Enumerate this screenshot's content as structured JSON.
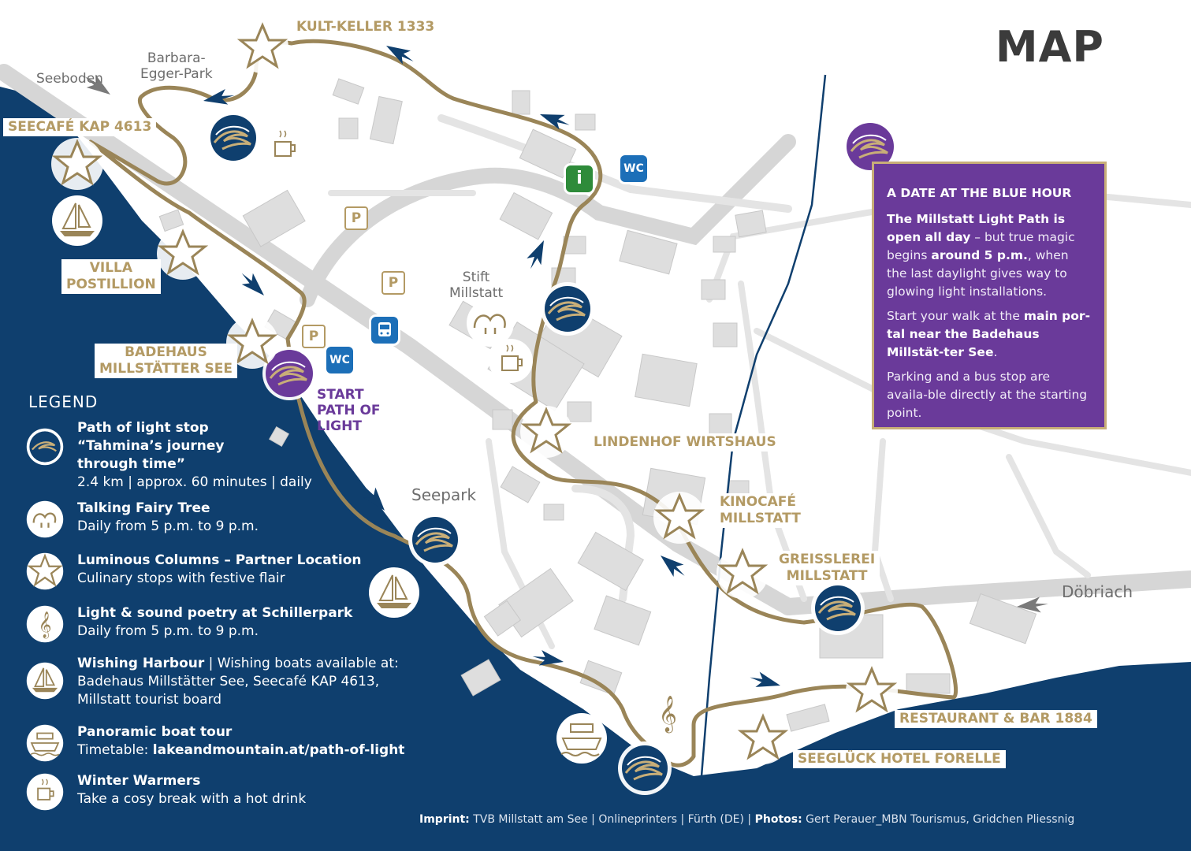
{
  "title": "MAP",
  "places": {
    "seeboden": "Seeboden",
    "barbara": "Barbara-\nEgger-Park",
    "kult": "KULT-KELLER 1333",
    "seecafe": "SEECAFÉ KAP 4613",
    "villa": "VILLA\nPOSTILLION",
    "badehaus": "BADEHAUS\nMILLSTÄTTER SEE",
    "stift": "Stift\nMillstatt",
    "lindenhof": "LINDENHOF WIRTSHAUS",
    "kinocafe": "KINOCAFÉ\nMILLSTATT",
    "greisslerei": "GREISSLEREI\nMILLSTATT",
    "seepark": "Seepark",
    "doebriach": "Döbriach",
    "restaurant": "RESTAURANT & BAR 1884",
    "seeglueck": "SEEGLÜCK HOTEL FORELLE",
    "start": "START\nPATH OF\nLIGHT"
  },
  "badges": {
    "wc": "WC",
    "info": "i",
    "parking": "P"
  },
  "info_box": {
    "heading": "A DATE AT THE BLUE HOUR",
    "p1_bold1": "The Millstatt Light Path is open all day",
    "p1_text1": " – but true magic begins ",
    "p1_bold2": "around 5 p.m.",
    "p1_text2": ", when the last daylight gives way to glowing light installations.",
    "p2_text1": "Start your walk at the ",
    "p2_bold": "main por-tal near the Badehaus Millstät-ter See",
    "p2_text2": ".",
    "p3": "Parking and a bus stop are availa-ble directly at the starting point."
  },
  "legend": {
    "title": "LEGEND",
    "items": [
      {
        "icon": "light-stop-icon",
        "title": "Path of light stop\n“Tahmina’s journey\nthrough time”",
        "desc": "2.4 km | approx. 60 minutes | daily"
      },
      {
        "icon": "fairy-tree-icon",
        "title": "Talking Fairy Tree",
        "desc": "Daily from 5 p.m. to 9 p.m."
      },
      {
        "icon": "star-icon",
        "title": "Luminous Columns – Partner Location",
        "desc": "Culinary stops with festive flair"
      },
      {
        "icon": "treble-clef-icon",
        "title": "Light & sound poetry at Schillerpark",
        "desc": "Daily from 5 p.m. to 9 p.m."
      },
      {
        "icon": "sailboat-icon",
        "title": "Wishing Harbour",
        "title_rest": " | Wishing boats available at:",
        "desc": "Badehaus Millstätter See, Seecafé KAP 4613,\nMillstatt tourist board"
      },
      {
        "icon": "boat-tour-icon",
        "title": "Panoramic boat tour",
        "desc_prefix": "Timetable: ",
        "desc_bold": "lakeandmountain.at/path-of-light"
      },
      {
        "icon": "winter-warmer-icon",
        "title": "Winter Warmers",
        "desc": "Take a cosy break with a hot drink"
      }
    ]
  },
  "imprint": {
    "label1": "Imprint:",
    "text1": " TVB Millstatt am See | Onlineprinters | Fürth (DE) | ",
    "label2": "Photos:",
    "text2": " Gert Perauer_MBN Tourismus, Gridchen Pliessnig"
  },
  "colors": {
    "lake": "#0f3f6e",
    "path": "#9a8558",
    "gold": "#b39a64",
    "purple": "#6a3a9a",
    "road": "#d9d9d9",
    "building": "#dedede",
    "green": "#2e8b3a",
    "blue": "#1c6fb8"
  }
}
